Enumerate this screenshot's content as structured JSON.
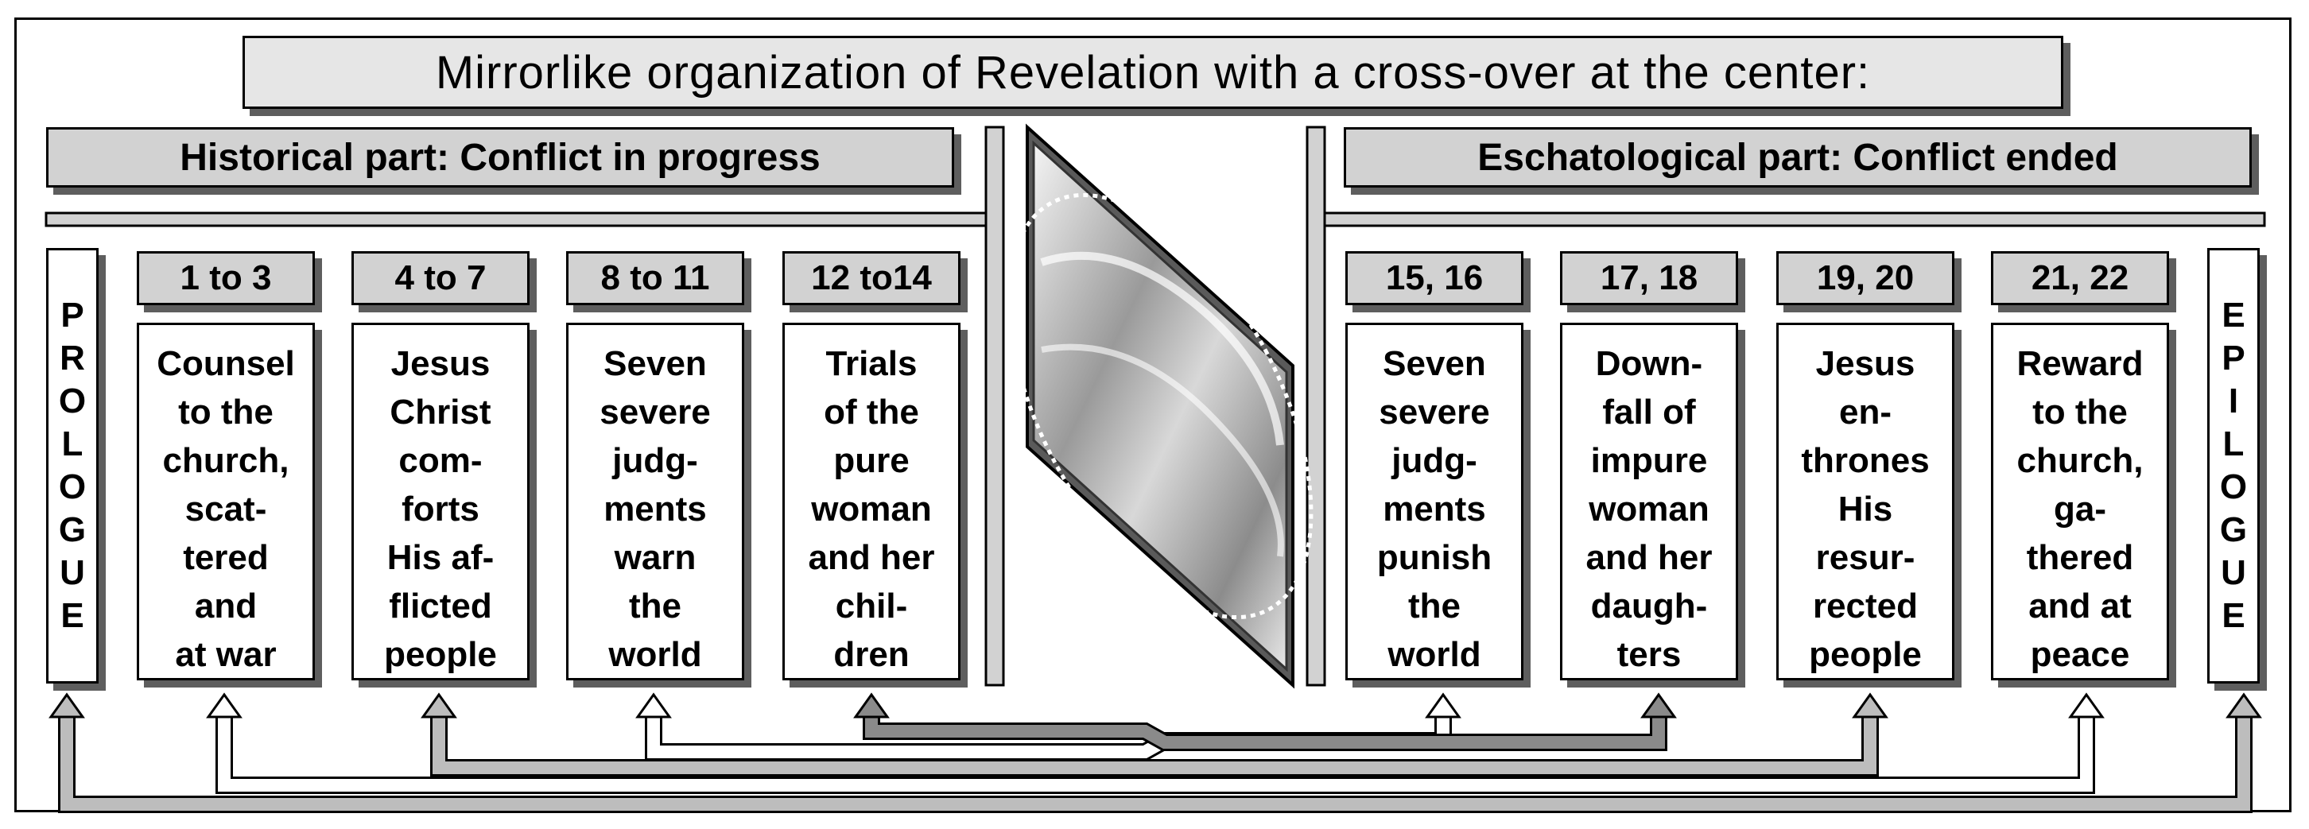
{
  "title": "Mirrorlike organization of Revelation with a cross-over at the center:",
  "historical_label": "Historical part: Conflict in progress",
  "eschatological_label": "Eschatological part: Conflict ended",
  "prologue": [
    "P",
    "R",
    "O",
    "L",
    "O",
    "G",
    "U",
    "E"
  ],
  "epilogue": [
    "E",
    "P",
    "I",
    "L",
    "O",
    "G",
    "U",
    "E"
  ],
  "sections": [
    {
      "chapters": "1 to 3",
      "text": "Counsel\nto the\nchurch,\nscat-\ntered\nand\nat war"
    },
    {
      "chapters": "4 to 7",
      "text": "Jesus\nChrist\ncom-\nforts\nHis af-\nflicted\npeople"
    },
    {
      "chapters": "8 to 11",
      "text": "Seven\nsevere\njudg-\nments\nwarn\nthe\nworld"
    },
    {
      "chapters": "12 to14",
      "text": "Trials\nof the\npure\nwoman\nand her\nchil-\ndren"
    },
    {
      "chapters": "15, 16",
      "text": "Seven\nsevere\njudg-\nments\npunish\nthe\nworld"
    },
    {
      "chapters": "17, 18",
      "text": "Down-\nfall of\nimpure\nwoman\nand her\ndaugh-\nters"
    },
    {
      "chapters": "19, 20",
      "text": "Jesus\nen-\nthrones\nHis\nresur-\nrected\npeople"
    },
    {
      "chapters": "21, 22",
      "text": "Reward\nto the\nchurch,\nga-\nthered\nand at\npeace"
    }
  ]
}
